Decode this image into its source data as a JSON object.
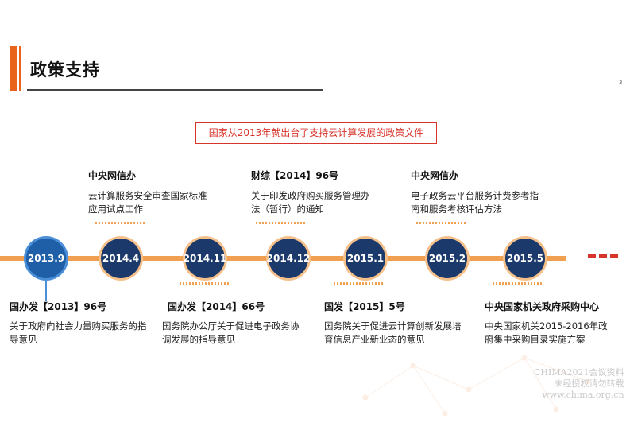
{
  "header": {
    "title": "政策支持",
    "page_number": "3"
  },
  "headline": "国家从2013年就出台了支持云计算发展的政策文件",
  "timeline": [
    {
      "date": "2013.9",
      "position": "below",
      "doc": "国办发【2013】96号",
      "desc": "关于政府向社会力量购买服务的指导意见"
    },
    {
      "date": "2014.4",
      "position": "above",
      "doc": "中央网信办",
      "desc": "云计算服务安全审查国家标准应用试点工作"
    },
    {
      "date": "2014.11",
      "position": "below",
      "doc": "国办发【2014】66号",
      "desc": "国务院办公厅关于促进电子政务协调发展的指导意见"
    },
    {
      "date": "2014.12",
      "position": "above",
      "doc": "财综【2014】96号",
      "desc": "关于印发政府购买服务管理办法（暂行）的通知"
    },
    {
      "date": "2015.1",
      "position": "below",
      "doc": "国发【2015】5号",
      "desc": "国务院关于促进云计算创新发展培育信息产业新业态的意见"
    },
    {
      "date": "2015.2",
      "position": "above",
      "doc": "中央网信办",
      "desc": "电子政务云平台服务计费参考指南和服务考核评估方法"
    },
    {
      "date": "2015.5",
      "position": "below",
      "doc": "中央国家机关政府采购中心",
      "desc": "中央国家机关2015-2016年政府集中采购目录实施方案"
    }
  ],
  "watermark": {
    "line1": "CHIMA2021会议资料",
    "line2": "未经授权请勿转载",
    "line3": "www.chima.org.cn"
  },
  "colors": {
    "accent": "#e8641c",
    "headline": "#d9342b",
    "node": "#1b3a6b",
    "line": "#f0a050"
  }
}
